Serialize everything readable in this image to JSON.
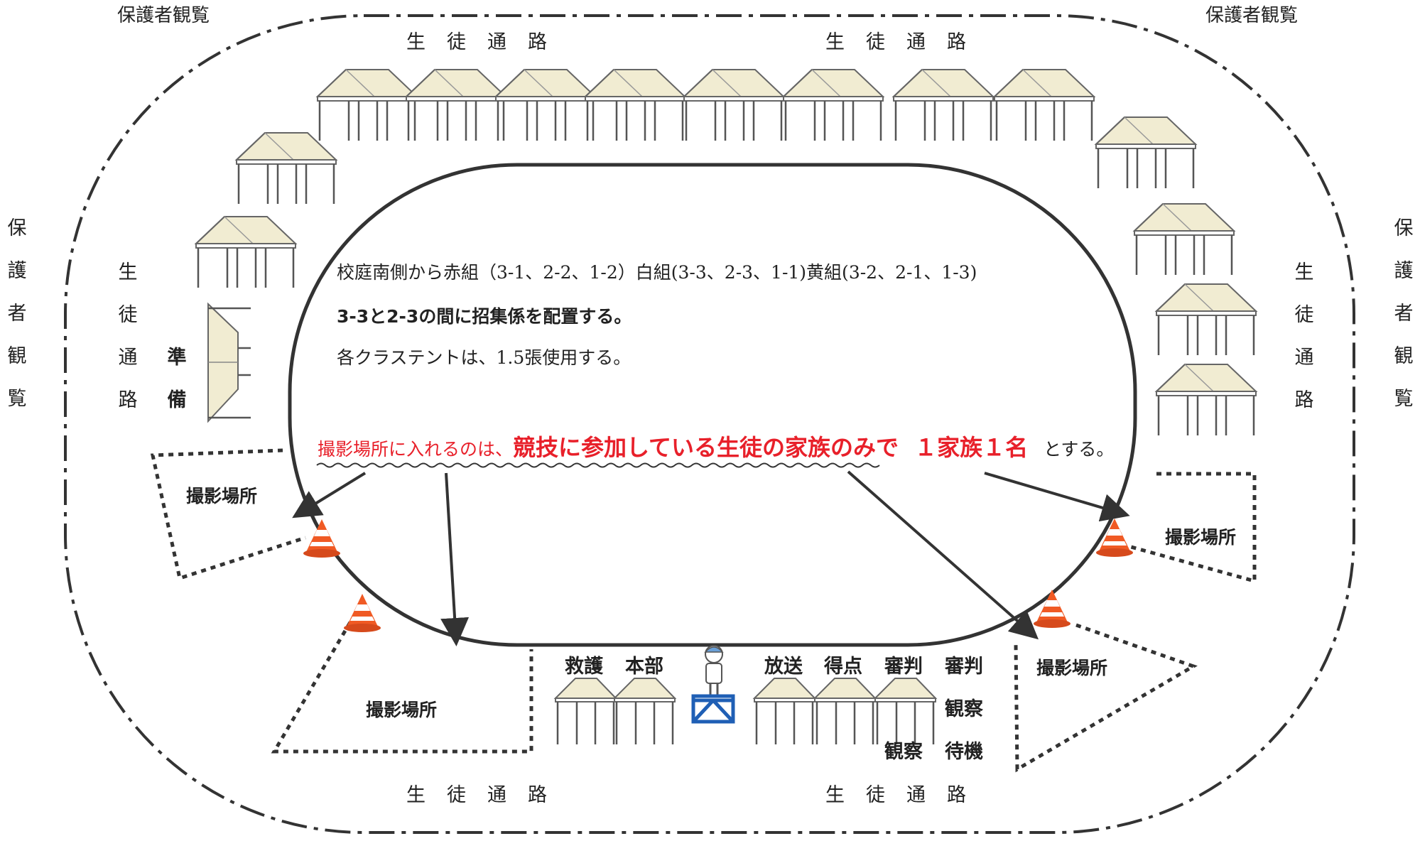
{
  "corners": {
    "top_left": "保護者観覧",
    "top_right": "保護者観覧"
  },
  "side_vertical": {
    "left_outer": "保護者観覧",
    "right_outer": "保護者観覧",
    "left_route": "生徒通路",
    "right_route": "生徒通路",
    "prep": "準備"
  },
  "routes": {
    "top_left": "生徒通路",
    "top_right": "生徒通路",
    "bottom_left": "生徒通路",
    "bottom_right": "生徒通路"
  },
  "notes": {
    "line1": "校庭南側から赤組（3-1、2-2、1-2）白組(3-3、2-3、1-1)黄組(3-2、2-1、1-3)",
    "line2": "3-3と2-3の間に招集係を配置する。",
    "line3": "各クラステントは、1.5張使用する。"
  },
  "warning": {
    "part1": "撮影場所に入れるのは、",
    "part2": "競技に参加している生徒の家族のみで",
    "part3": "１家族１名",
    "part4": "とする。"
  },
  "photo_areas": {
    "left_upper": "撮影場所",
    "right_upper": "撮影場所",
    "left_lower": "撮影場所",
    "right_lower": "撮影場所"
  },
  "staff_tents": {
    "rescue": "救護",
    "hq": "本部",
    "broadcast": "放送",
    "score": "得点",
    "judge": "審判",
    "judge2": "審判",
    "observe": "観察",
    "observe2": "観察",
    "wait": "待機"
  },
  "colors": {
    "tent_roof": "#f1ecd2",
    "warning_red": "#e8202a",
    "cone_orange": "#f05a24",
    "podium_blue": "#1f5fb5"
  }
}
